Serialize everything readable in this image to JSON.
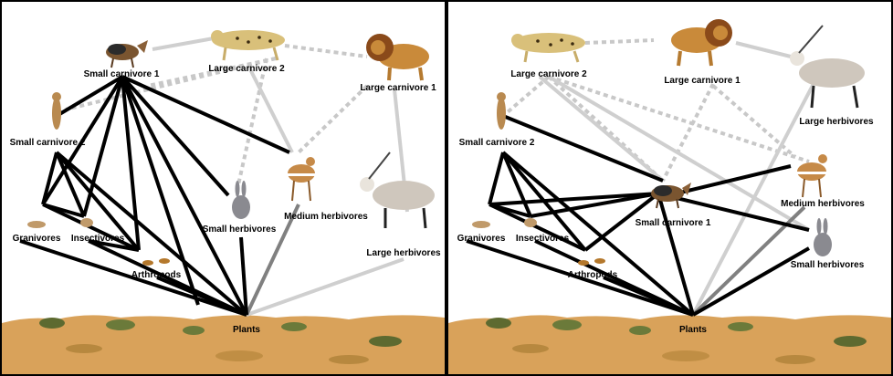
{
  "panels": [
    {
      "id": "left",
      "labels": {
        "small_carnivore_1": "Small carnivore 1",
        "large_carnivore_2": "Large carnivore 2",
        "large_carnivore_1": "Large carnivore 1",
        "small_carnivore_2": "Small carnivore 2",
        "medium_herbivores": "Medium herbivores",
        "small_herbivores": "Small herbivores",
        "large_herbivores": "Large herbivores",
        "granivores": "Granivores",
        "insectivores": "Insectivores",
        "arthropods": "Arthropods",
        "plants": "Plants"
      }
    },
    {
      "id": "right",
      "labels": {
        "large_carnivore_2": "Large carnivore 2",
        "large_carnivore_1": "Large carnivore 1",
        "large_herbivores": "Large herbivores",
        "small_carnivore_2": "Small carnivore 2",
        "small_carnivore_1": "Small carnivore 1",
        "medium_herbivores": "Medium herbivores",
        "small_herbivores": "Small herbivores",
        "granivores": "Granivores",
        "insectivores": "Insectivores",
        "arthropods": "Arthropods",
        "plants": "Plants"
      }
    }
  ],
  "colors": {
    "strong_link": "#000000",
    "medium_link": "#808080",
    "weak_link": "#cfcfcf",
    "dotted_link": "#c8c8c8",
    "sand": "#d9a25a",
    "shrub": "#6b7a3a"
  }
}
